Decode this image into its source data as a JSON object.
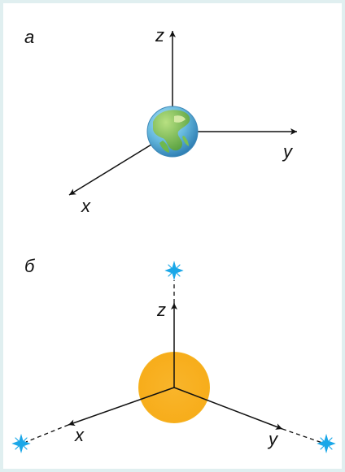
{
  "panels": {
    "a": {
      "label": "а",
      "axis_labels": {
        "z": "z",
        "y": "y",
        "x": "x"
      },
      "center_object": "earth-globe-icon"
    },
    "b": {
      "label": "б",
      "axis_labels": {
        "z": "z",
        "y": "y",
        "x": "x"
      },
      "center_object": "sun-disk",
      "star_icons": [
        "star-icon",
        "star-icon",
        "star-icon"
      ]
    }
  },
  "colors": {
    "frame": "#e0eff0",
    "axis": "#111111",
    "sun": "#f7b320",
    "sun_edge": "#f2d24a",
    "star": "#1aa7e8",
    "ocean": "#6fc3e6",
    "land": "#8ccf4d"
  }
}
